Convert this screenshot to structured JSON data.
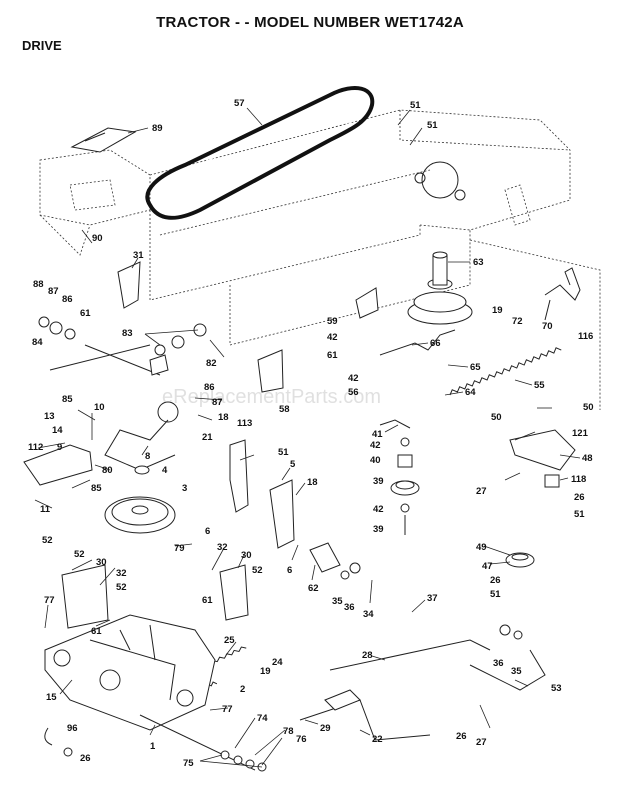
{
  "title": "TRACTOR - - MODEL NUMBER WET1742A",
  "section": "DRIVE",
  "watermark": "eReplacementParts.com",
  "callouts": {
    "p57": "57",
    "p51a": "51",
    "p51b": "51",
    "p89": "89",
    "p90": "90",
    "p31": "31",
    "p63": "63",
    "p88": "88",
    "p87a": "87",
    "p86a": "86",
    "p61a": "61",
    "p84": "84",
    "p83": "83",
    "p82": "82",
    "p59": "59",
    "p42a": "42",
    "p61b": "61",
    "p19a": "19",
    "p72": "72",
    "p70": "70",
    "p116": "116",
    "p66": "66",
    "p65": "65",
    "p55": "55",
    "p42b": "42",
    "p56": "56",
    "p64": "64",
    "p85a": "85",
    "p86b": "86",
    "p58": "58",
    "p10": "10",
    "p87b": "87",
    "p21": "21",
    "p13": "13",
    "p14": "14",
    "p9": "9",
    "p112": "112",
    "p80": "80",
    "p8": "8",
    "p18a": "18",
    "p113": "113",
    "p41": "41",
    "p42c": "42",
    "p40": "40",
    "p50a": "50",
    "p50b": "50",
    "p121": "121",
    "p48": "48",
    "p118": "118",
    "p4": "4",
    "p3": "3",
    "p51c": "51",
    "p5": "5",
    "p18b": "18",
    "p85b": "85",
    "p11": "11",
    "p39a": "39",
    "p42d": "42",
    "p39b": "39",
    "p27a": "27",
    "p26a": "26",
    "p51d": "51",
    "p6a": "6",
    "p52a": "52",
    "p79": "79",
    "p32a": "32",
    "p30a": "30",
    "p52b": "52",
    "p6b": "6",
    "p62": "62",
    "p49": "49",
    "p47": "47",
    "p26b": "26",
    "p51e": "51",
    "p52c": "52",
    "p30b": "30",
    "p32b": "32",
    "p61c": "61",
    "p52d": "52",
    "p35a": "35",
    "p36a": "36",
    "p34": "34",
    "p37": "37",
    "p77a": "77",
    "p61d": "61",
    "p25": "25",
    "p24": "24",
    "p19b": "19",
    "p28": "28",
    "p36b": "36",
    "p35b": "35",
    "p2": "2",
    "p53": "53",
    "p15": "15",
    "p77b": "77",
    "p74": "74",
    "p29": "29",
    "p96": "96",
    "p78": "78",
    "p76": "76",
    "p22": "22",
    "p26c": "26",
    "p27b": "27",
    "p1": "1",
    "p26d": "26",
    "p75": "75"
  }
}
